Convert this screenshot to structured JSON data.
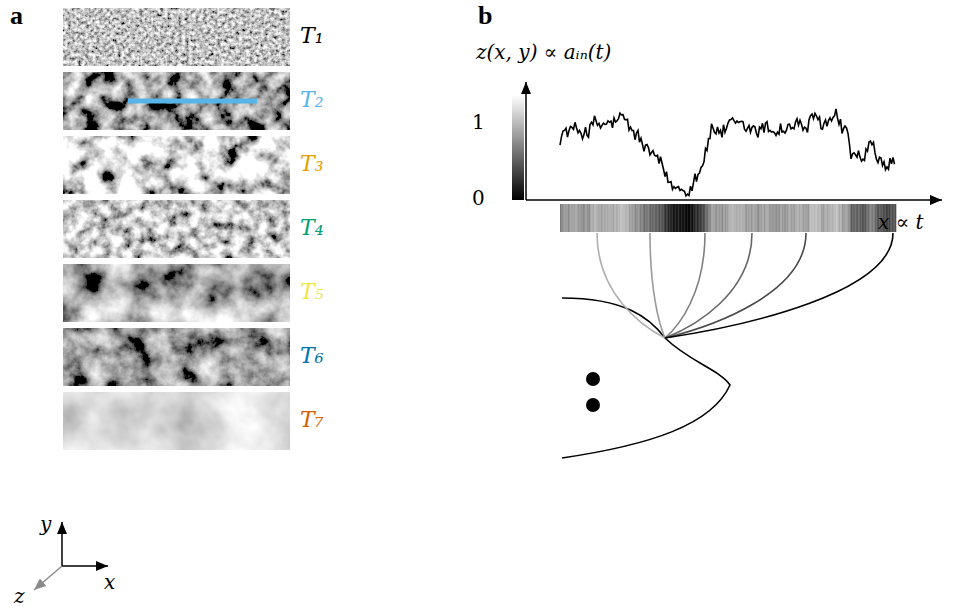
{
  "diagram": {
    "labels": [
      "a",
      "T₁",
      "T₂",
      "T₃",
      "T₄",
      "T₅",
      "T₆",
      "T₇",
      "y",
      "x",
      "z",
      "b",
      "z(x, y) ∝ aᵢₙ(t)",
      "1",
      "0",
      "x ∝ t"
    ]
  }
}
